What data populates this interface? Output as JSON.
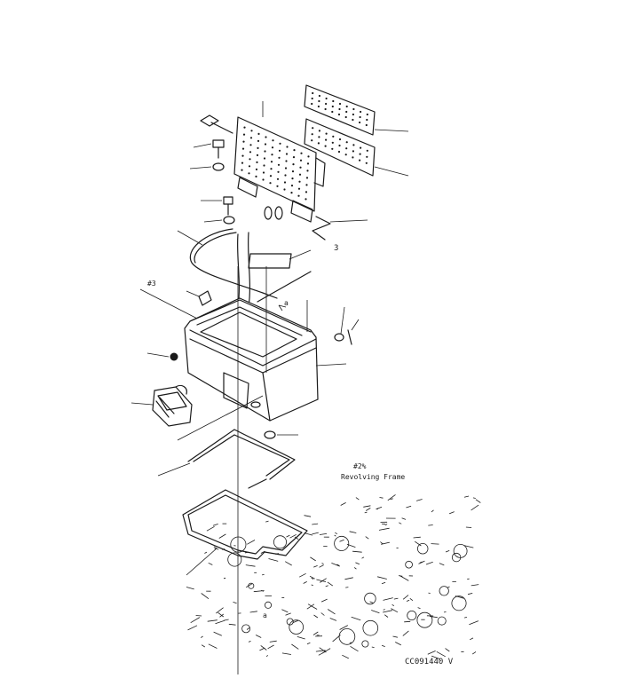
{
  "labels": {
    "callout_a1": "a",
    "callout_a2": "a",
    "callout_3": "3",
    "arrow_note": "#3",
    "frame_line1": "#2%",
    "frame_line2": "Revolving Frame",
    "drawing_no": "CC091440 V"
  },
  "colors": {
    "ink": "#1a1a1a",
    "paper": "#ffffff"
  }
}
